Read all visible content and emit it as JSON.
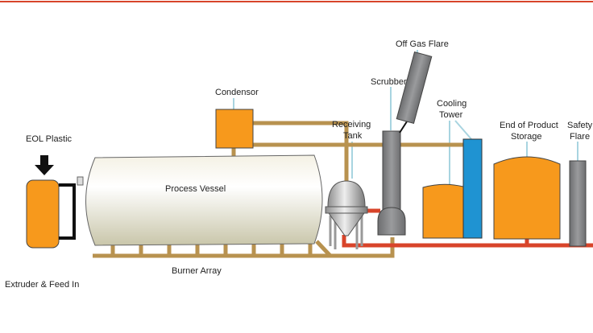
{
  "labels": {
    "eol_plastic": "EOL Plastic",
    "extruder": "Extruder & Feed In",
    "process_vessel": "Process Vessel",
    "burner_array": "Burner Array",
    "condensor": "Condensor",
    "receiving_tank_1": "Receiving",
    "receiving_tank_2": "Tank",
    "scrubber": "Scrubber",
    "off_gas_flare": "Off Gas Flare",
    "cooling_tower_1": "Cooling",
    "cooling_tower_2": "Tower",
    "storage_1": "End of Product",
    "storage_2": "Storage",
    "safety_flare_1": "Safety",
    "safety_flare_2": "Flare"
  },
  "colors": {
    "orange": "#f7991c",
    "blue": "#1f93d2",
    "tan_pipe": "#b8924f",
    "red_pipe": "#d8442a",
    "gray": "#808285",
    "leader": "#a8d4e0",
    "top_rule": "#d8442a"
  }
}
